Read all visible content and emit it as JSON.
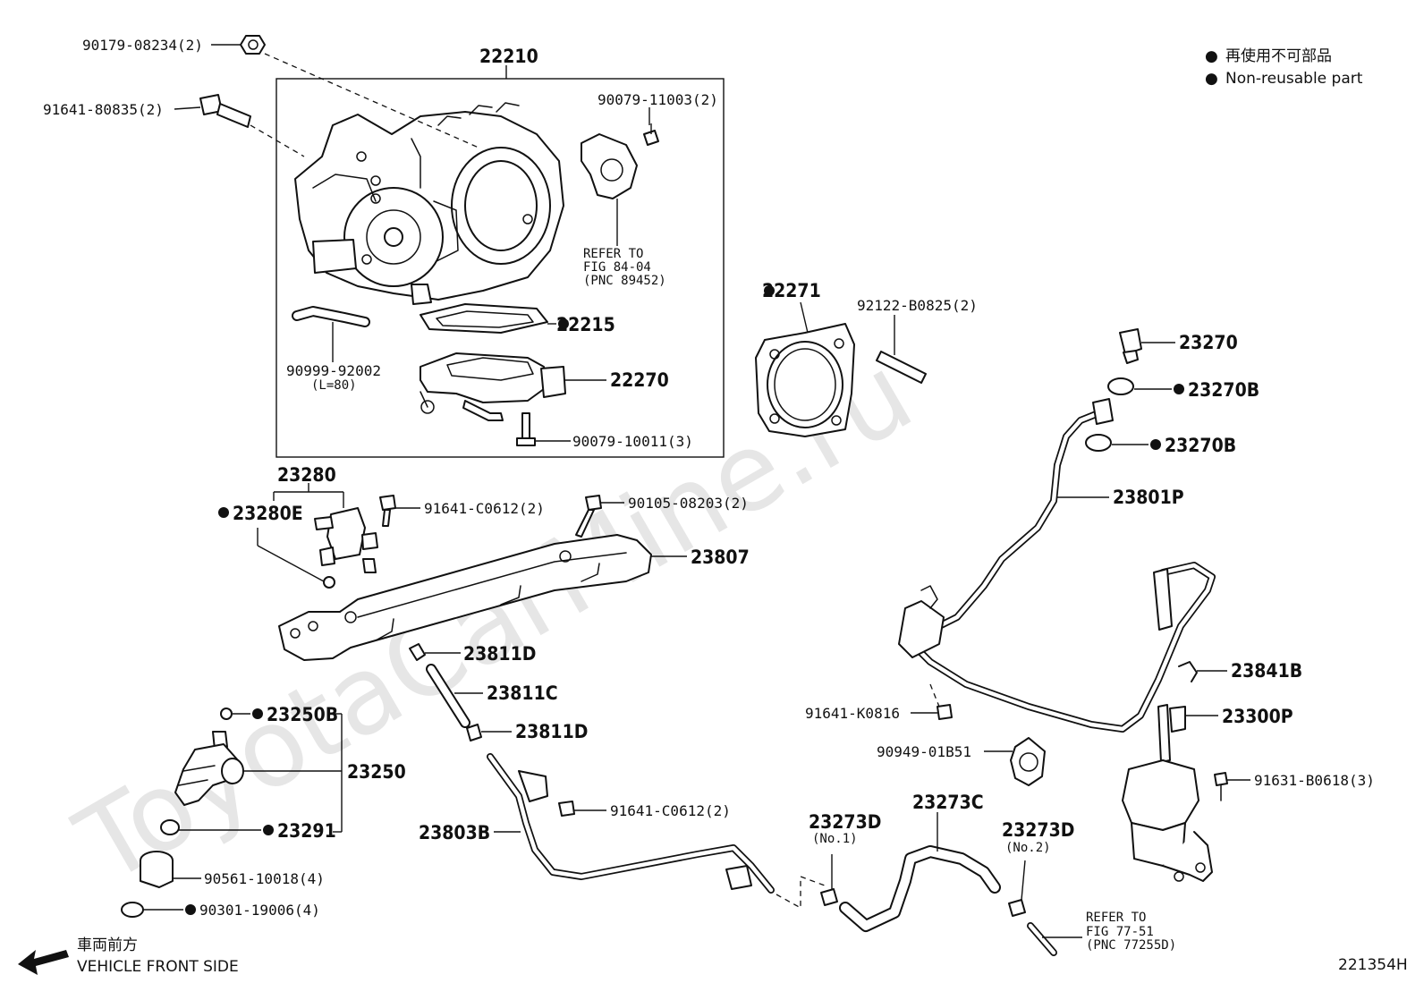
{
  "watermark": "ToyotaCarMine.ru",
  "legend": {
    "symbol": "●",
    "text_jp": "再使用不可部品",
    "text_en": "Non-reusable part"
  },
  "front_side": {
    "text_jp": "車両前方",
    "text_en": "VEHICLE FRONT SIDE"
  },
  "diagram_id": "221354H",
  "refs": {
    "fig_84": {
      "line1": "REFER TO",
      "line2": "FIG 84-04",
      "line3": "(PNC 89452)"
    },
    "fig_77": {
      "line1": "REFER TO",
      "line2": "FIG 77-51",
      "line3": "(PNC 77255D)"
    }
  },
  "labels": {
    "p90179_08234": "90179-08234(2)",
    "p91641_80835": "91641-80835(2)",
    "p22210": "22210",
    "p90079_11003": "90079-11003(2)",
    "p22215": "22215",
    "p90999_92002": "90999-92002",
    "p90999_len": "(L=80)",
    "p22270": "22270",
    "p90079_10011": "90079-10011(3)",
    "p22271": "22271",
    "p92122_b0825": "92122-B0825(2)",
    "p23270": "23270",
    "p23270b_1": "23270B",
    "p23270b_2": "23270B",
    "p23801p": "23801P",
    "p23280": "23280",
    "p23280e": "23280E",
    "p91641_c0612_a": "91641-C0612(2)",
    "p90105_08203": "90105-08203(2)",
    "p23807": "23807",
    "p23811d_a": "23811D",
    "p23811c": "23811C",
    "p23811d_b": "23811D",
    "p23250b": "23250B",
    "p23250": "23250",
    "p23291": "23291",
    "p90561_10018": "90561-10018(4)",
    "p90301_19006": "90301-19006(4)",
    "p23803b": "23803B",
    "p91641_c0612_b": "91641-C0612(2)",
    "p91641_k0816": "91641-K0816",
    "p90949_01b51": "90949-01B51",
    "p23841b": "23841B",
    "p23300p": "23300P",
    "p91631_b0618": "91631-B0618(3)",
    "p23273d_1": "23273D",
    "p23273d_1_sub": "(No.1)",
    "p23273c": "23273C",
    "p23273d_2": "23273D",
    "p23273d_2_sub": "(No.2)"
  }
}
